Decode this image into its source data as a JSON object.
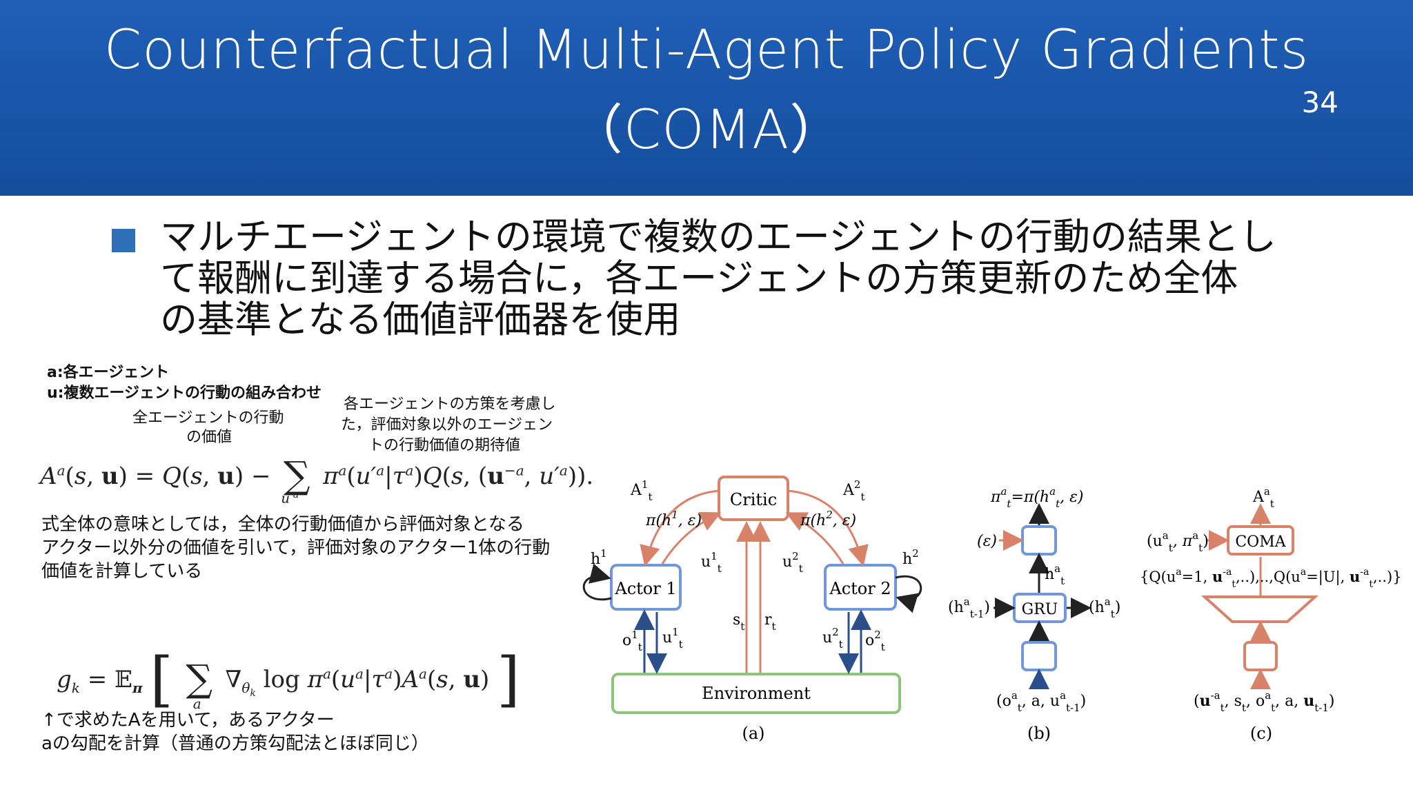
{
  "slide": {
    "title_line1": "Counterfactual Multi-Agent Policy Gradients",
    "title_line2": "（COMA）",
    "page_number": "34"
  },
  "bullet": {
    "lines": [
      "マルチエージェントの環境で複数のエージェントの行動の結果とし",
      "て報酬に到達する場合に，各エージェントの方策更新のため全体",
      "の基準となる価値評価器を使用"
    ]
  },
  "notes": {
    "a_def": "a:各エージェント",
    "u_def": "u:複数エージェントの行動の組み合わせ",
    "q_label_1": "全エージェントの行動",
    "q_label_2": "の価値",
    "sum_label_1": "各エージェントの方策を考慮し",
    "sum_label_2": "た，評価対象以外のエージェン",
    "sum_label_3": "トの行動価値の期待値",
    "explain_1": "式全体の意味としては，全体の行動価値から評価対象となる",
    "explain_2": "アクター以外分の価値を引いて，評価対象のアクター1体の行動",
    "explain_3": "価値を計算している",
    "grad_1": "↑で求めたAを用いて，あるアクター",
    "grad_2": "aの勾配を計算（普通の方策勾配法とほぼ同じ）"
  },
  "equations": {
    "advantage": "A^a(s, u) = Q(s, u) − Σ_{u'^a} π^a(u'^a|τ^a) Q(s, (u^{−a}, u'^a)).",
    "gradient": "g_k = E_π [ Σ_a ∇_{θ_k} log π^a(u^a|τ^a) A^a(s, u) ]"
  },
  "diagram_a": {
    "critic": "Critic",
    "actor1": "Actor 1",
    "actor2": "Actor 2",
    "environment": "Environment",
    "caption": "(a)",
    "colors": {
      "red": "#d9826a",
      "blue": "#6f97d9",
      "green": "#8cc47a",
      "arrow_blue": "#2b4f8a"
    }
  },
  "diagram_b": {
    "gru": "GRU",
    "caption": "(b)"
  },
  "diagram_c": {
    "coma": "COMA",
    "caption": "(c)",
    "q_row": "{Q(u^a=1, u^{-a}_t,..),..,Q(u^a=|U|, u^{-a}_t,..)}"
  }
}
